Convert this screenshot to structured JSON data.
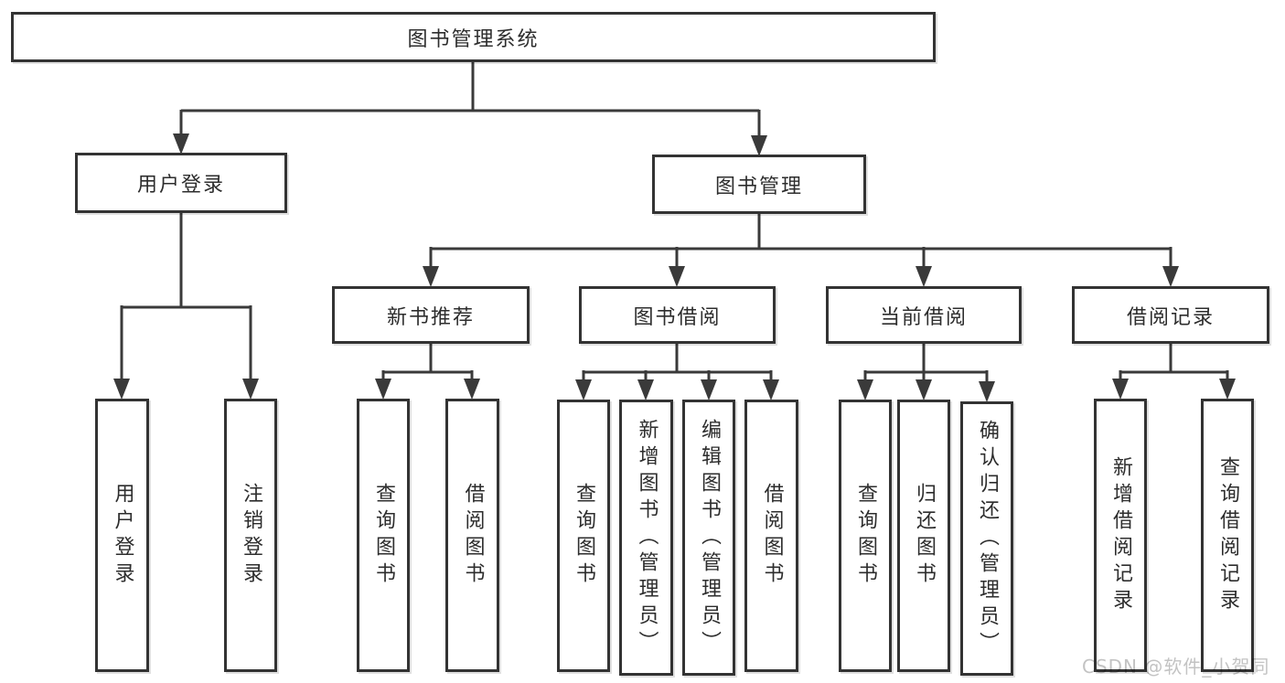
{
  "tree": {
    "label": "图书管理系统",
    "children": [
      {
        "label": "用户登录",
        "children": [
          {
            "label": "用户登录"
          },
          {
            "label": "注销登录"
          }
        ]
      },
      {
        "label": "图书管理",
        "children": [
          {
            "label": "新书推荐",
            "children": [
              {
                "label": "查询图书"
              },
              {
                "label": "借阅图书"
              }
            ]
          },
          {
            "label": "图书借阅",
            "children": [
              {
                "label": "查询图书"
              },
              {
                "label": "新增图书（管理员）"
              },
              {
                "label": "编辑图书（管理员）"
              },
              {
                "label": "借阅图书"
              }
            ]
          },
          {
            "label": "当前借阅",
            "children": [
              {
                "label": "查询图书"
              },
              {
                "label": "归还图书"
              },
              {
                "label": "确认归还（管理员）"
              }
            ]
          },
          {
            "label": "借阅记录",
            "children": [
              {
                "label": "新增借阅记录"
              },
              {
                "label": "查询借阅记录"
              }
            ]
          }
        ]
      }
    ]
  },
  "watermark": {
    "text": "CSDN @软件_小贺同学"
  },
  "colors": {
    "line": "#3a3a3a",
    "box_border": "#333333",
    "watermark": "#c3c3c3"
  }
}
